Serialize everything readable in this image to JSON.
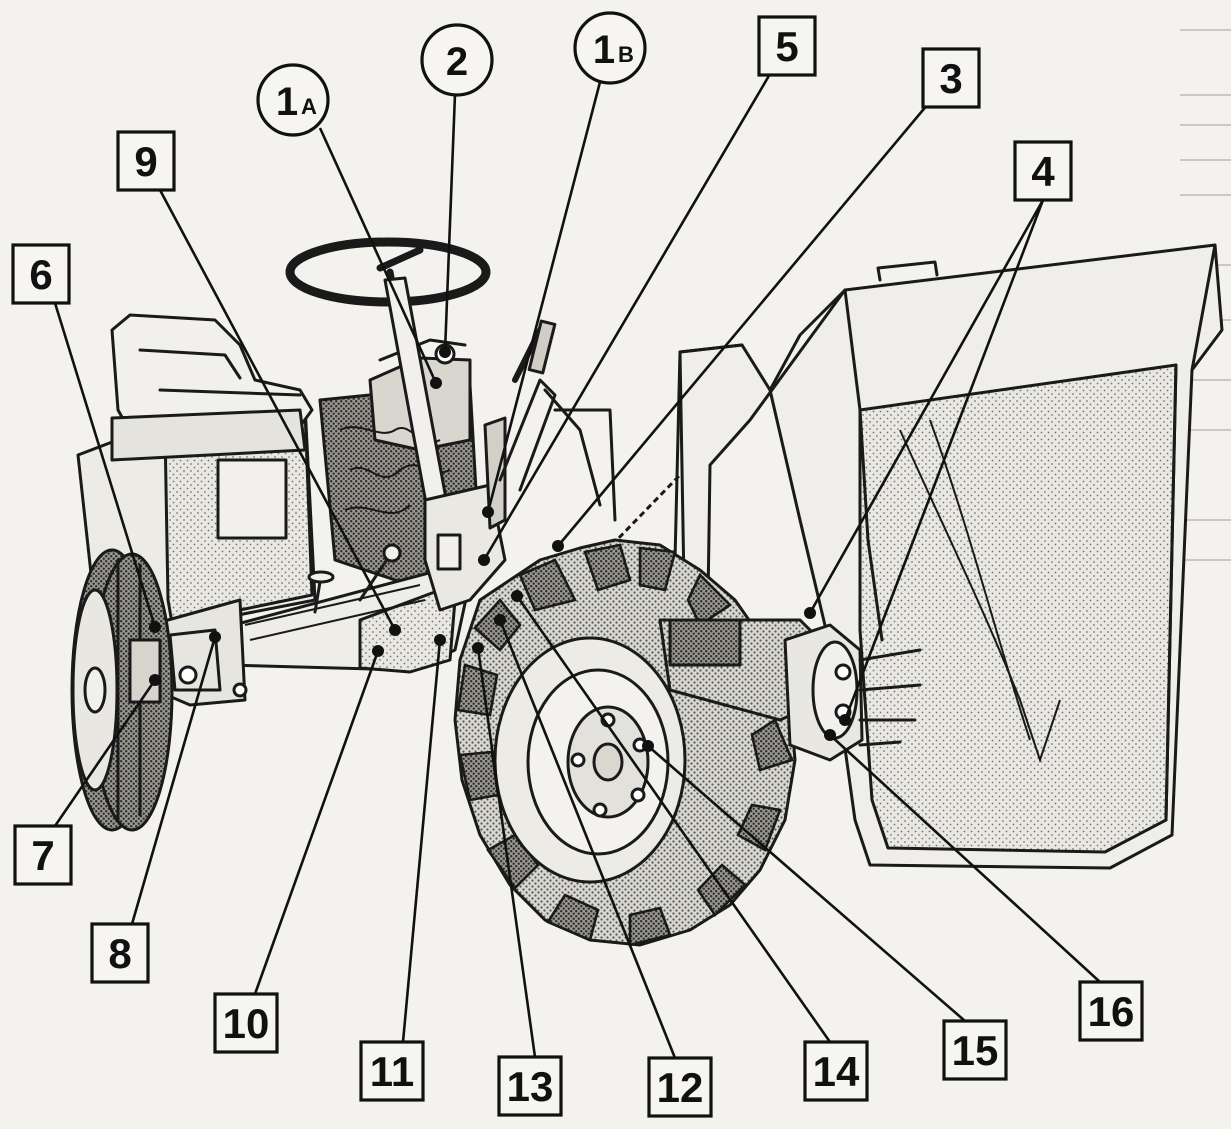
{
  "colors": {
    "paper": "#f3f2ee",
    "ink": "#1a1a1a",
    "tyre_shading": "#6e6e6e",
    "panel_light": "#ecebe6"
  },
  "callouts": [
    {
      "key": "c1a",
      "shape": "circle",
      "num": "1",
      "sub": "A"
    },
    {
      "key": "c2",
      "shape": "circle",
      "num": "2",
      "sub": ""
    },
    {
      "key": "c1b",
      "shape": "circle",
      "num": "1",
      "sub": "B"
    },
    {
      "key": "c5",
      "shape": "box",
      "num": "5",
      "sub": ""
    },
    {
      "key": "c3",
      "shape": "box",
      "num": "3",
      "sub": ""
    },
    {
      "key": "c4",
      "shape": "box",
      "num": "4",
      "sub": ""
    },
    {
      "key": "c9",
      "shape": "box",
      "num": "9",
      "sub": ""
    },
    {
      "key": "c6",
      "shape": "box",
      "num": "6",
      "sub": ""
    },
    {
      "key": "c7",
      "shape": "box",
      "num": "7",
      "sub": ""
    },
    {
      "key": "c8",
      "shape": "box",
      "num": "8",
      "sub": ""
    },
    {
      "key": "c10",
      "shape": "box",
      "num": "10",
      "sub": ""
    },
    {
      "key": "c11",
      "shape": "box",
      "num": "11",
      "sub": ""
    },
    {
      "key": "c13",
      "shape": "box",
      "num": "13",
      "sub": ""
    },
    {
      "key": "c12",
      "shape": "box",
      "num": "12",
      "sub": ""
    },
    {
      "key": "c14",
      "shape": "box",
      "num": "14",
      "sub": ""
    },
    {
      "key": "c15",
      "shape": "box",
      "num": "15",
      "sub": ""
    },
    {
      "key": "c16",
      "shape": "box",
      "num": "16",
      "sub": ""
    }
  ]
}
